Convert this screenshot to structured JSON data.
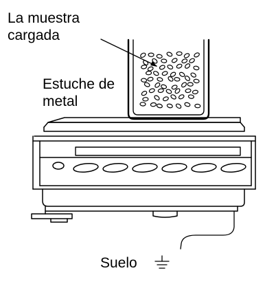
{
  "labels": {
    "sample_line1": "La muestra",
    "sample_line2": "cargada",
    "case_line1": "Estuche de",
    "case_line2": "metal",
    "ground": "Suelo"
  },
  "colors": {
    "stroke": "#000000",
    "background": "#ffffff"
  },
  "icons": {
    "ground": "ground-symbol-icon"
  }
}
